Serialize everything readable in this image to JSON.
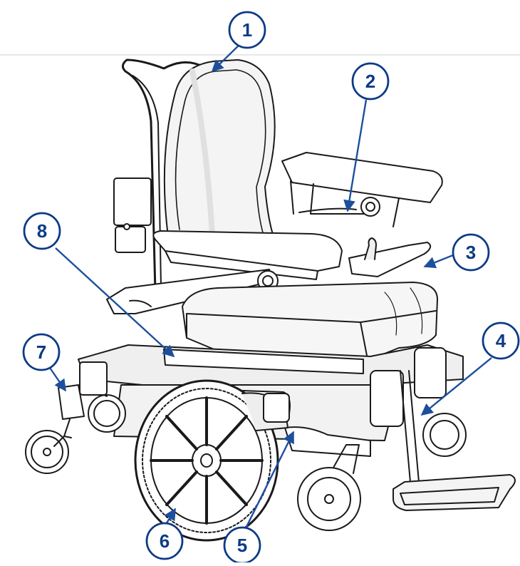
{
  "callouts": [
    {
      "label": "1"
    },
    {
      "label": "2"
    },
    {
      "label": "3"
    },
    {
      "label": "4"
    },
    {
      "label": "5"
    },
    {
      "label": "6"
    },
    {
      "label": "7"
    },
    {
      "label": "8"
    }
  ],
  "colors": {
    "callout_stroke": "#0d3b85",
    "callout_text": "#0d3b85",
    "leader": "#1d4f9c",
    "drawing_line": "#1a1a1a",
    "drawing_fill": "#ffffff",
    "light_shade": "#e8e8e8",
    "mid_shade": "#cfcfcf",
    "divider": "#d0d0d0"
  }
}
